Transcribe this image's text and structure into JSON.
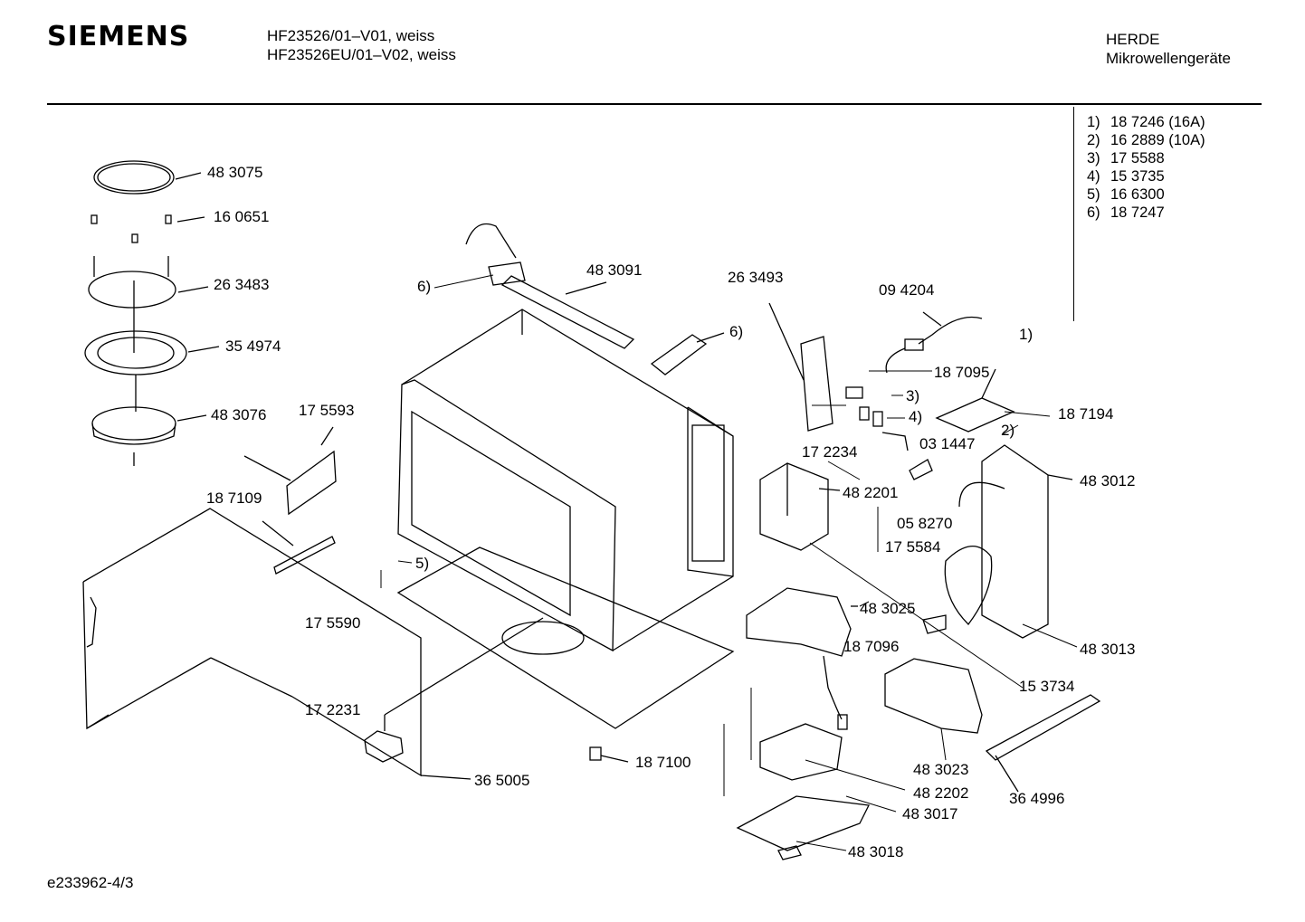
{
  "header": {
    "brand": "SIEMENS",
    "model_lines": [
      "HF23526/01–V01, weiss",
      "HF23526EU/01–V02, weiss"
    ],
    "category_lines": [
      "HERDE",
      "Mikrowellengeräte"
    ]
  },
  "legend": [
    {
      "key": "1)",
      "value": "18 7246 (16A)"
    },
    {
      "key": "2)",
      "value": "16 2889 (10A)"
    },
    {
      "key": "3)",
      "value": "17 5588"
    },
    {
      "key": "4)",
      "value": "15 3735"
    },
    {
      "key": "5)",
      "value": "16 6300"
    },
    {
      "key": "6)",
      "value": "18 7247"
    }
  ],
  "part_labels": [
    "48 3075",
    "16 0651",
    "26 3483",
    "35 4974",
    "48 3076",
    "17 5593",
    "18 7109",
    "17 5590",
    "17 2231",
    "36 5005",
    "18 7100",
    "48 3091",
    "6)",
    "26 3493",
    "09 4204",
    "6)",
    "1)",
    "18 7095",
    "3)",
    "4)",
    "18 7194",
    "2)",
    "03 1447",
    "17 2234",
    "48 2201",
    "48 3012",
    "05 8270",
    "17 5584",
    "5)",
    "48 3025",
    "18 7096",
    "48 3013",
    "15 3734",
    "48 3023",
    "48 2202",
    "48 3017",
    "36 4996",
    "48 3018"
  ],
  "footer": {
    "code": "e233962-4/3"
  }
}
